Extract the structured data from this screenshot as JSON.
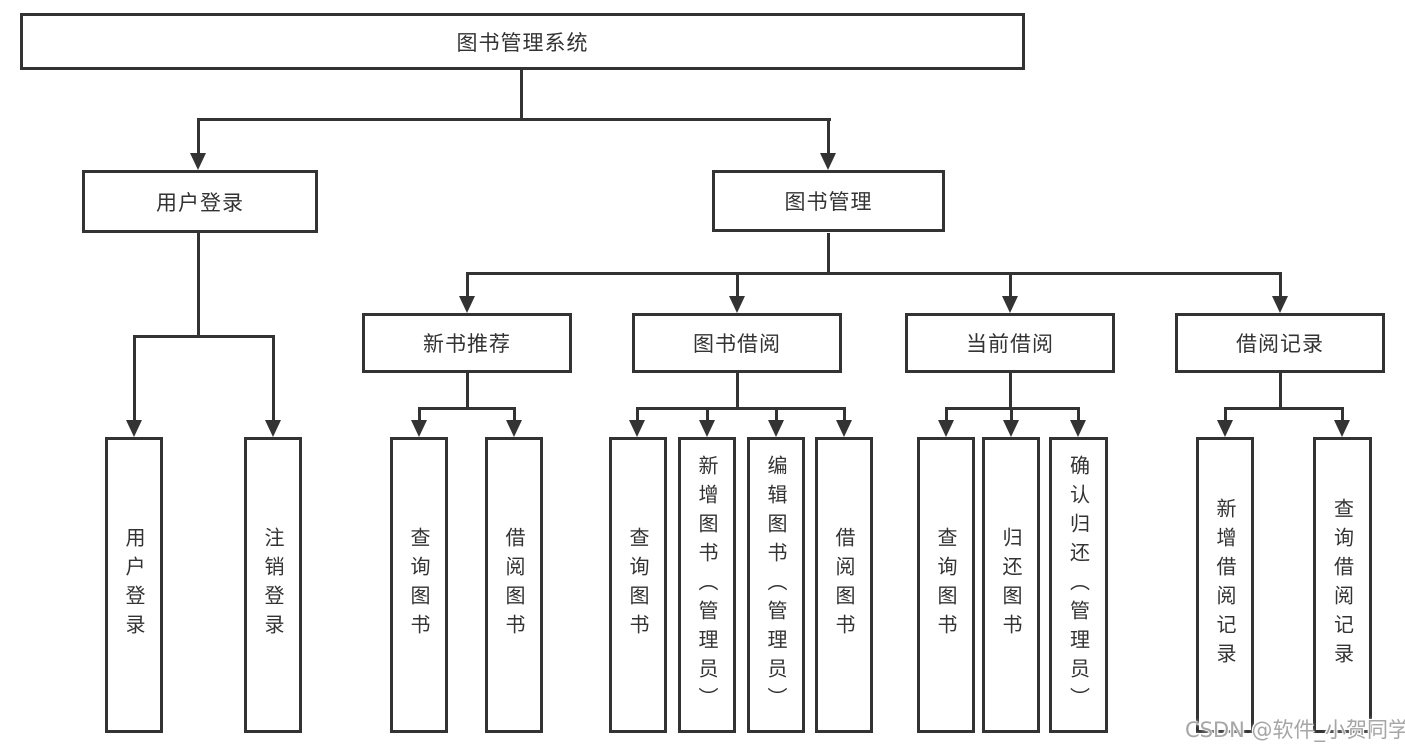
{
  "tree": {
    "root": "图书管理系统",
    "branches": [
      {
        "label": "用户登录",
        "children": [
          "用户登录",
          "注销登录"
        ]
      },
      {
        "label": "图书管理",
        "children": [
          {
            "label": "新书推荐",
            "children": [
              "查询图书",
              "借阅图书"
            ]
          },
          {
            "label": "图书借阅",
            "children": [
              "查询图书",
              "新增图书（管理员）",
              "编辑图书（管理员）",
              "借阅图书"
            ]
          },
          {
            "label": "当前借阅",
            "children": [
              "查询图书",
              "归还图书",
              "确认归还（管理员）"
            ]
          },
          {
            "label": "借阅记录",
            "children": [
              "新增借阅记录",
              "查询借阅记录"
            ]
          }
        ]
      }
    ]
  },
  "watermark": "CSDN @软件_小贺同学",
  "colors": {
    "line": "#333333",
    "text": "#333333",
    "watermark": "#a6a6a6",
    "background": "#ffffff"
  }
}
